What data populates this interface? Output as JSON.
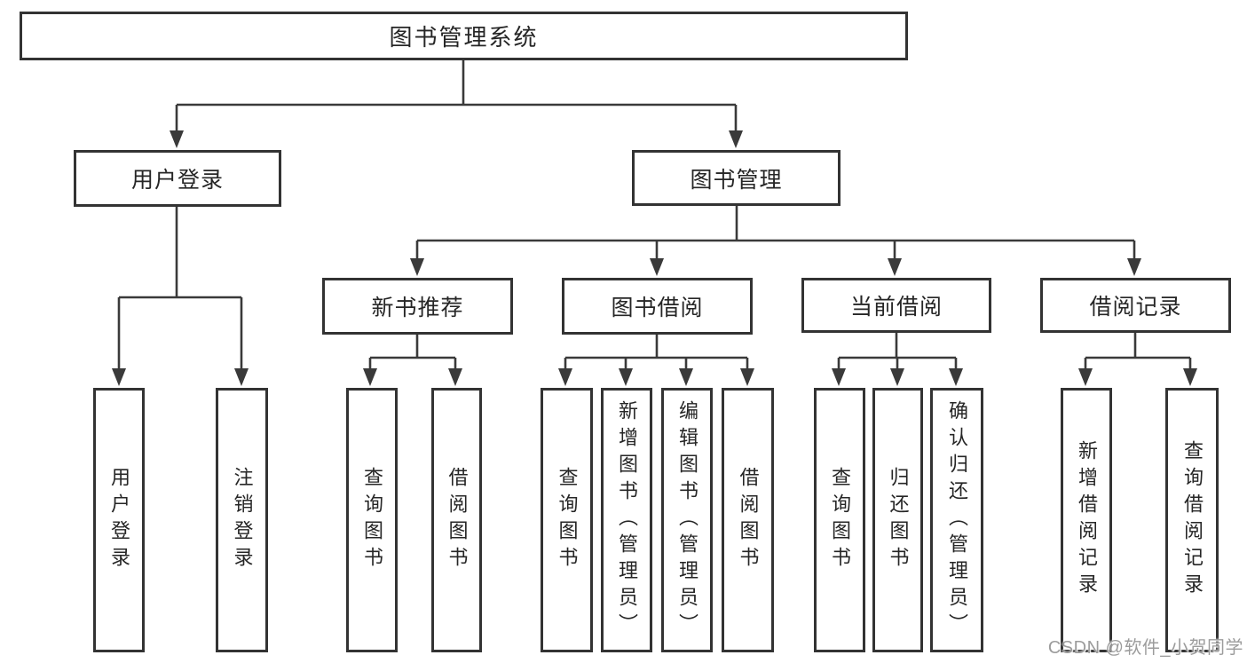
{
  "diagram_title": "图书管理系统",
  "colors": {
    "border": "#333333",
    "line": "#3a3a3a",
    "text": "#262626",
    "watermark": "#9c9c9c",
    "background": "#ffffff"
  },
  "nodes": {
    "root": {
      "label": "图书管理系统"
    },
    "user_login": {
      "label": "用户登录"
    },
    "book_mgmt": {
      "label": "图书管理"
    },
    "new_book_rec": {
      "label": "新书推荐"
    },
    "book_borrow": {
      "label": "图书借阅"
    },
    "current_borrow": {
      "label": "当前借阅"
    },
    "borrow_record": {
      "label": "借阅记录"
    },
    "leaf_user_login": {
      "label": "用户登录"
    },
    "leaf_logout": {
      "label": "注销登录"
    },
    "leaf_query_book_1": {
      "label": "查询图书"
    },
    "leaf_borrow_book_1": {
      "label": "借阅图书"
    },
    "leaf_query_book_2": {
      "label": "查询图书"
    },
    "leaf_add_book": {
      "label": "新增图书（管理员）"
    },
    "leaf_edit_book": {
      "label": "编辑图书（管理员）"
    },
    "leaf_borrow_book_2": {
      "label": "借阅图书"
    },
    "leaf_query_book_3": {
      "label": "查询图书"
    },
    "leaf_return_book": {
      "label": "归还图书"
    },
    "leaf_confirm_return": {
      "label": "确认归还（管理员）"
    },
    "leaf_add_record": {
      "label": "新增借阅记录"
    },
    "leaf_query_record": {
      "label": "查询借阅记录"
    }
  },
  "watermark": {
    "text": "CSDN @软件_小贺同学"
  }
}
